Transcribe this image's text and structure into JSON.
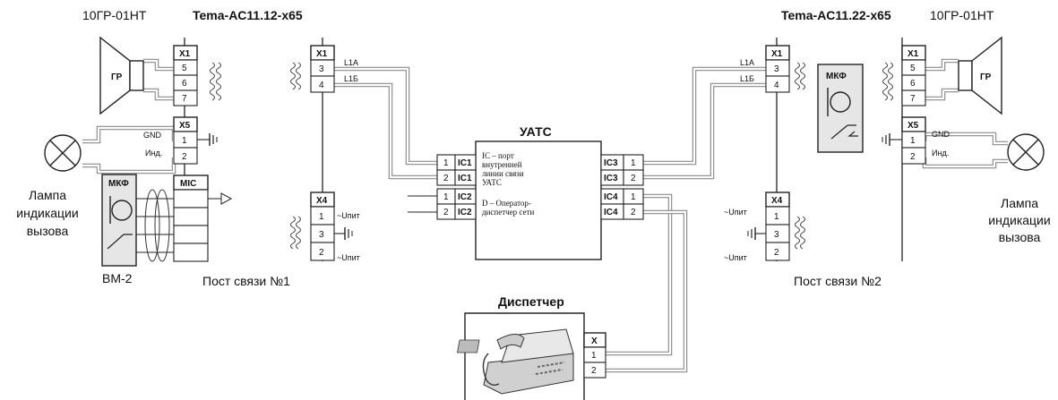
{
  "speaker_left": {
    "model": "10ГР-01НТ",
    "label": "ГР"
  },
  "speaker_right": {
    "model": "10ГР-01НТ",
    "label": "ГР"
  },
  "station1": {
    "model": "Tema-AC11.12-x65",
    "caption": "Пост связи №1",
    "x1_left": {
      "name": "X1",
      "pins": [
        "5",
        "6",
        "7"
      ]
    },
    "x5": {
      "name": "X5",
      "pins": [
        "1",
        "2"
      ],
      "labels": [
        "GND",
        "Инд."
      ]
    },
    "mic": {
      "name": "MIC"
    },
    "x1_right": {
      "name": "X1",
      "pins": [
        "3",
        "4"
      ],
      "labels": [
        "L1A",
        "L1Б"
      ]
    },
    "x4": {
      "name": "X4",
      "pins": [
        "1",
        "3",
        "2"
      ],
      "labels": [
        "~Uпит",
        "~Uпит"
      ]
    }
  },
  "station2": {
    "model": "Tema-AC11.22-x65",
    "caption": "Пост связи №2",
    "x1_left": {
      "name": "X1",
      "pins": [
        "3",
        "4"
      ],
      "labels": [
        "L1A",
        "L1Б"
      ]
    },
    "x1_right": {
      "name": "X1",
      "pins": [
        "5",
        "6",
        "7"
      ]
    },
    "x5": {
      "name": "X5",
      "pins": [
        "1",
        "2"
      ],
      "labels": [
        "GND",
        "Инд."
      ]
    },
    "mkf": "МКФ",
    "x4": {
      "name": "X4",
      "pins": [
        "1",
        "3",
        "2"
      ],
      "labels": [
        "~Uпит",
        "~Uпит"
      ]
    }
  },
  "lamp_left": {
    "lines": [
      "Лампа",
      "индикации",
      "вызова"
    ]
  },
  "lamp_right": {
    "lines": [
      "Лампа",
      "индикации",
      "вызова"
    ]
  },
  "bm2": {
    "label": "МКФ",
    "caption": "ВМ-2"
  },
  "uats": {
    "title": "УАТС",
    "left_ports": [
      {
        "pin": "1",
        "name": "IC1"
      },
      {
        "pin": "2",
        "name": "IC1"
      },
      {
        "pin": "1",
        "name": "IC2"
      },
      {
        "pin": "2",
        "name": "IC2"
      }
    ],
    "right_ports": [
      {
        "name": "IC3",
        "pin": "1"
      },
      {
        "name": "IC3",
        "pin": "2"
      },
      {
        "name": "IC4",
        "pin": "1"
      },
      {
        "name": "IC4",
        "pin": "2"
      }
    ],
    "note_ic": [
      "IC – порт",
      "внутренней",
      "линии связи",
      "УАТС"
    ],
    "note_d": [
      "D – Оператор-",
      "диспетчер сети"
    ]
  },
  "dispatcher": {
    "title": "Диспетчер",
    "connector": {
      "name": "X",
      "pins": [
        "1",
        "2"
      ]
    }
  }
}
